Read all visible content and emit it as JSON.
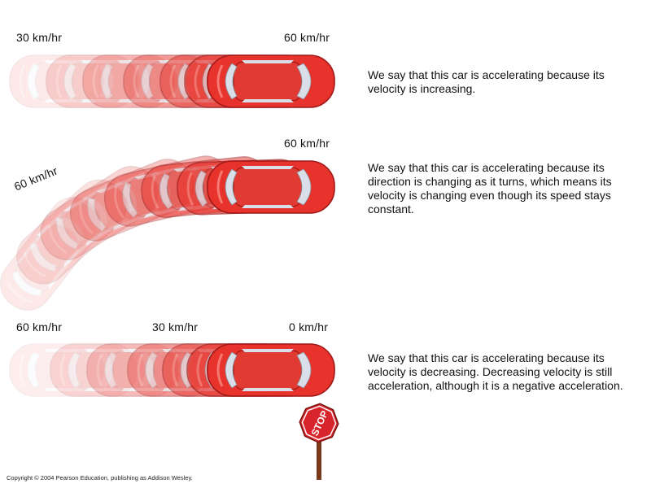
{
  "panels": [
    {
      "speed_labels": [
        "30 km/hr",
        "60 km/hr"
      ],
      "description": "We say that this car is accelerating because its velocity is increasing."
    },
    {
      "speed_labels": [
        "60 km/hr",
        "60 km/hr"
      ],
      "description": "We say that this car is accelerating because its direction is changing as it turns, which means its velocity is changing even though its speed stays constant."
    },
    {
      "speed_labels": [
        "60 km/hr",
        "30 km/hr",
        "0 km/hr"
      ],
      "description": "We say that this car is accelerating because its velocity is decreasing. Decreasing velocity is still acceleration, although it is a negative acceleration."
    }
  ],
  "stop_sign": {
    "text": "STOP",
    "color": "#d7252b"
  },
  "colors": {
    "car_body": "#e8332c",
    "car_window": "#d9dee8",
    "car_outline": "#a01818"
  },
  "copyright": "Copyright © 2004 Pearson Education, publishing as Addison Wesley."
}
